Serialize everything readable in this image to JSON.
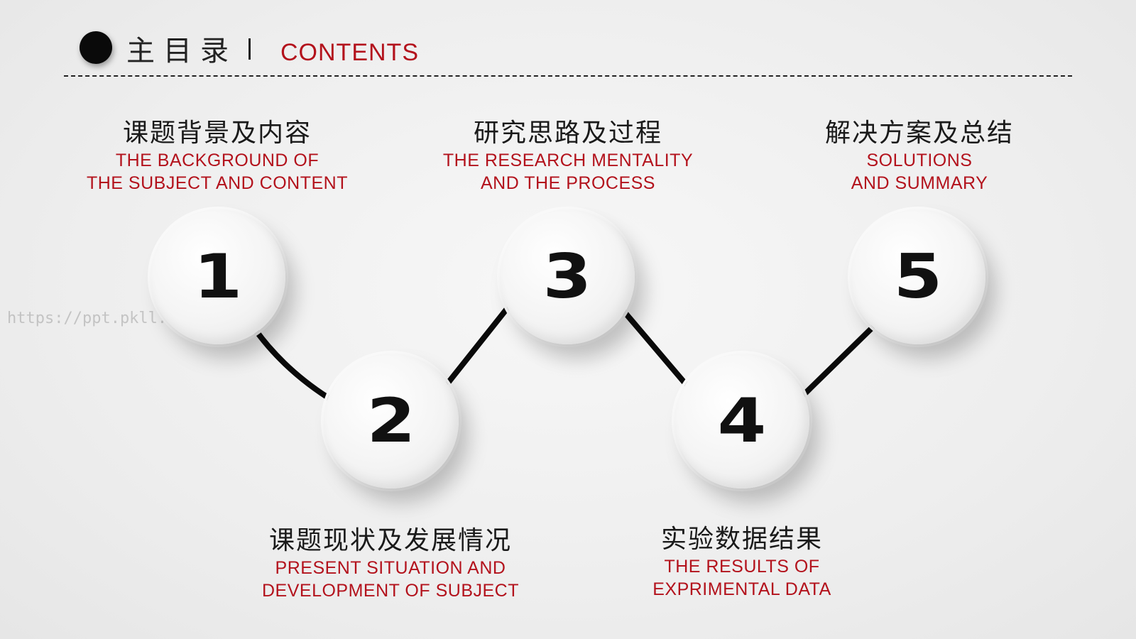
{
  "header": {
    "title_zh": "主目录",
    "title_en": "CONTENTS"
  },
  "watermark": "https://ppt.pkll.cc",
  "items": [
    {
      "number": "1",
      "zh": "课题背景及内容",
      "en_line1": "THE BACKGROUND OF",
      "en_line2": "THE SUBJECT AND CONTENT"
    },
    {
      "number": "2",
      "zh": "课题现状及发展情况",
      "en_line1": "PRESENT SITUATION AND",
      "en_line2": "DEVELOPMENT OF SUBJECT"
    },
    {
      "number": "3",
      "zh": "研究思路及过程",
      "en_line1": "THE RESEARCH MENTALITY",
      "en_line2": "AND THE PROCESS"
    },
    {
      "number": "4",
      "zh": "实验数据结果",
      "en_line1": "THE RESULTS OF",
      "en_line2": "EXPRIMENTAL DATA"
    },
    {
      "number": "5",
      "zh": "解决方案及总结",
      "en_line1": "SOLUTIONS",
      "en_line2": "AND SUMMARY"
    }
  ],
  "colors": {
    "accent": "#b3121c",
    "dark": "#111111"
  }
}
